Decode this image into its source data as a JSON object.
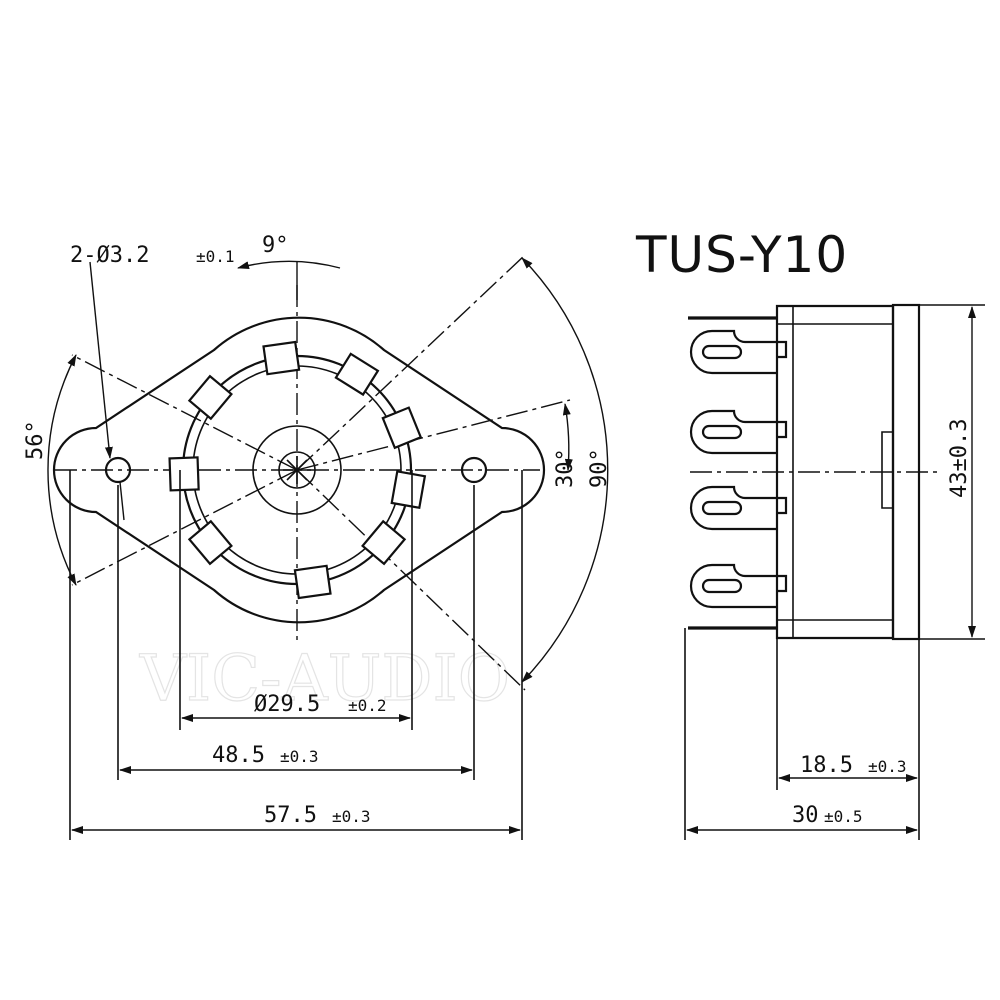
{
  "title": "TUS-Y10",
  "watermark": "VIC-AUDIO",
  "front_view": {
    "hole_spec": {
      "text": "2-Ø3.2",
      "tol": "±0.1"
    },
    "angle_pin": "9°",
    "angle_mount": "56°",
    "angle_30": "30°",
    "angle_90": "90°",
    "dim_inner": {
      "text": "Ø29.5",
      "tol": "±0.2"
    },
    "dim_holes": {
      "text": "48.5",
      "tol": "±0.3"
    },
    "dim_overall": {
      "text": "57.5",
      "tol": "±0.3"
    }
  },
  "side_view": {
    "dim_height": "43±0.3",
    "dim_body": {
      "text": "18.5",
      "tol": "±0.3"
    },
    "dim_total": {
      "text": "30",
      "tol": "±0.5"
    }
  }
}
